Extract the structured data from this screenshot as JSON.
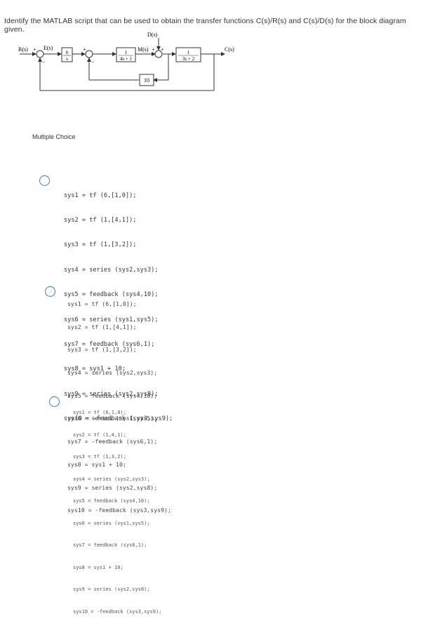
{
  "question": {
    "text": "Identify the MATLAB script that can be used to obtain the transfer functions C(s)/R(s) and C(s)/D(s) for the block diagram given."
  },
  "diagram": {
    "labels": {
      "r": "R(s)",
      "e": "E(s)",
      "m": "M(s)",
      "d": "D(s)",
      "c": "C(s)"
    },
    "block1_num": "6",
    "block1_den": "s",
    "block2_num": "1",
    "block2_den": "4s + 1",
    "block3_num": "1",
    "block3_den": "3s + 2",
    "feedback_gain": "10",
    "signs": {
      "sum1_plus": "+",
      "sum1_minus": "−",
      "sum2_plus": "+",
      "sum2_minus": "−",
      "sum3_plus1": "+",
      "sum3_plus2": "+"
    }
  },
  "multiple_choice_label": "Multiple Choice",
  "options": [
    {
      "lines": [
        "sys1 = tf (6,[1,0]);",
        "sys2 = tf (1,[4,1]);",
        "sys3 = tf (1,[3,2]);",
        "sys4 = series (sys2,sys3);",
        "sys5 = feedback (sys4,10);",
        "sys6 = series (sys1,sys5);",
        "sys7 = feedback (sys6,1);",
        "sys8 = sys1 + 10;",
        "sys9 = series (sys2,sys8);",
        "sys10 = -feedback (sys3,sys9);"
      ]
    },
    {
      "lines": [
        "sys1 = tf (6,[1,0]);",
        "sys2 = tf (1,[4,1]);",
        "sys3 = tf (1,[3,2]);",
        "sys4 = series (sys2,sys3);",
        "sys5 = feedback (sys4,10);",
        "sys6 = series (sys1,sys5);",
        "sys7 = -feedback (sys6,1);",
        "sys8 = sys1 + 10;",
        "sys9 = series (sys2,sys8);",
        "sys10 = -feedback (sys3,sys9);"
      ]
    },
    {
      "lines": [
        "sys1 = tf (6,1,0);",
        "sys2 = tf (1,4,1);",
        "sys3 = tf (1,3,2);",
        "sys4 = series (sys2,sys3);",
        "sys5 = feedback (sys4,10);",
        "sys6 = series (sys1,sys5);",
        "sys7 = feedback (sys6,1);",
        "sys8 = sys1 + 10;",
        "sys9 = series (sys2,sys8);",
        "sys10 = -feedback (sys3,sys9);"
      ]
    }
  ]
}
